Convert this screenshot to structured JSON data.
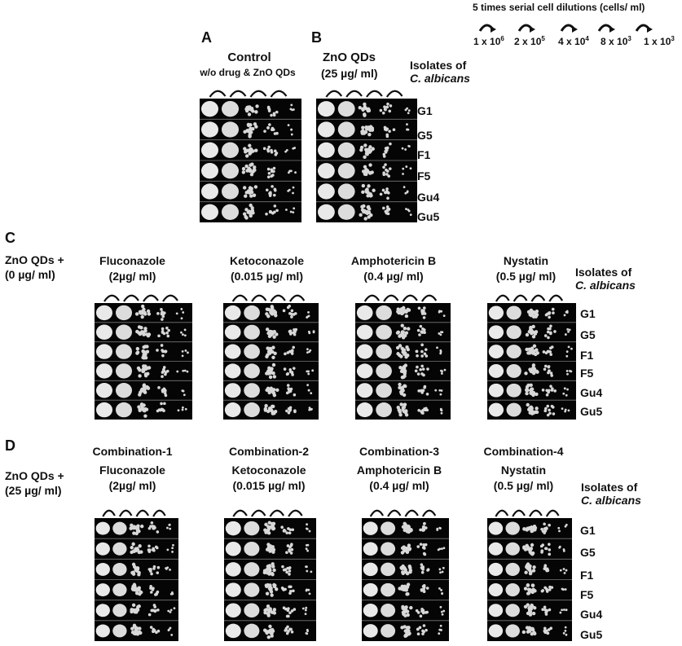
{
  "header": {
    "dilution_title": "5 times serial cell dilutions (cells/ ml)",
    "dilutions": [
      {
        "base": "1 x 10",
        "exp": "6"
      },
      {
        "base": "2 x 10",
        "exp": "5"
      },
      {
        "base": "4 x 10",
        "exp": "4"
      },
      {
        "base": "8 x 10",
        "exp": "3"
      },
      {
        "base": "1 x 10",
        "exp": "3"
      }
    ]
  },
  "isolates_label": {
    "line1": "Isolates of",
    "line2": "C. albicans"
  },
  "isolates": [
    "G1",
    "G5",
    "F1",
    "F5",
    "Gu4",
    "Gu5"
  ],
  "panel_A": {
    "letter": "A",
    "title": "Control",
    "subtitle": "w/o drug & ZnO QDs"
  },
  "panel_B": {
    "letter": "B",
    "title": "ZnO QDs",
    "subtitle": "(25 µg/ ml)"
  },
  "panel_C": {
    "letter": "C",
    "side_line1": "ZnO QDs +",
    "side_line2": "(0 µg/ ml)",
    "drugs": [
      {
        "name": "Fluconazole",
        "dose": "(2µg/ ml)"
      },
      {
        "name": "Ketoconazole",
        "dose": "(0.015 µg/ ml)"
      },
      {
        "name": "Amphotericin B",
        "dose": "(0.4 µg/ ml)"
      },
      {
        "name": "Nystatin",
        "dose": "(0.5 µg/ ml)"
      }
    ]
  },
  "panel_D": {
    "letter": "D",
    "side_line1": "ZnO QDs +",
    "side_line2": "(25 µg/ ml)",
    "drugs": [
      {
        "combo": "Combination-1",
        "name": "Fluconazole",
        "dose": "(2µg/ ml)"
      },
      {
        "combo": "Combination-2",
        "name": "Ketoconazole",
        "dose": "(0.015 µg/ ml)"
      },
      {
        "combo": "Combination-3",
        "name": "Amphotericin B",
        "dose": "(0.4 µg/ ml)"
      },
      {
        "combo": "Combination-4",
        "name": "Nystatin",
        "dose": "(0.5 µg/ ml)"
      }
    ]
  }
}
